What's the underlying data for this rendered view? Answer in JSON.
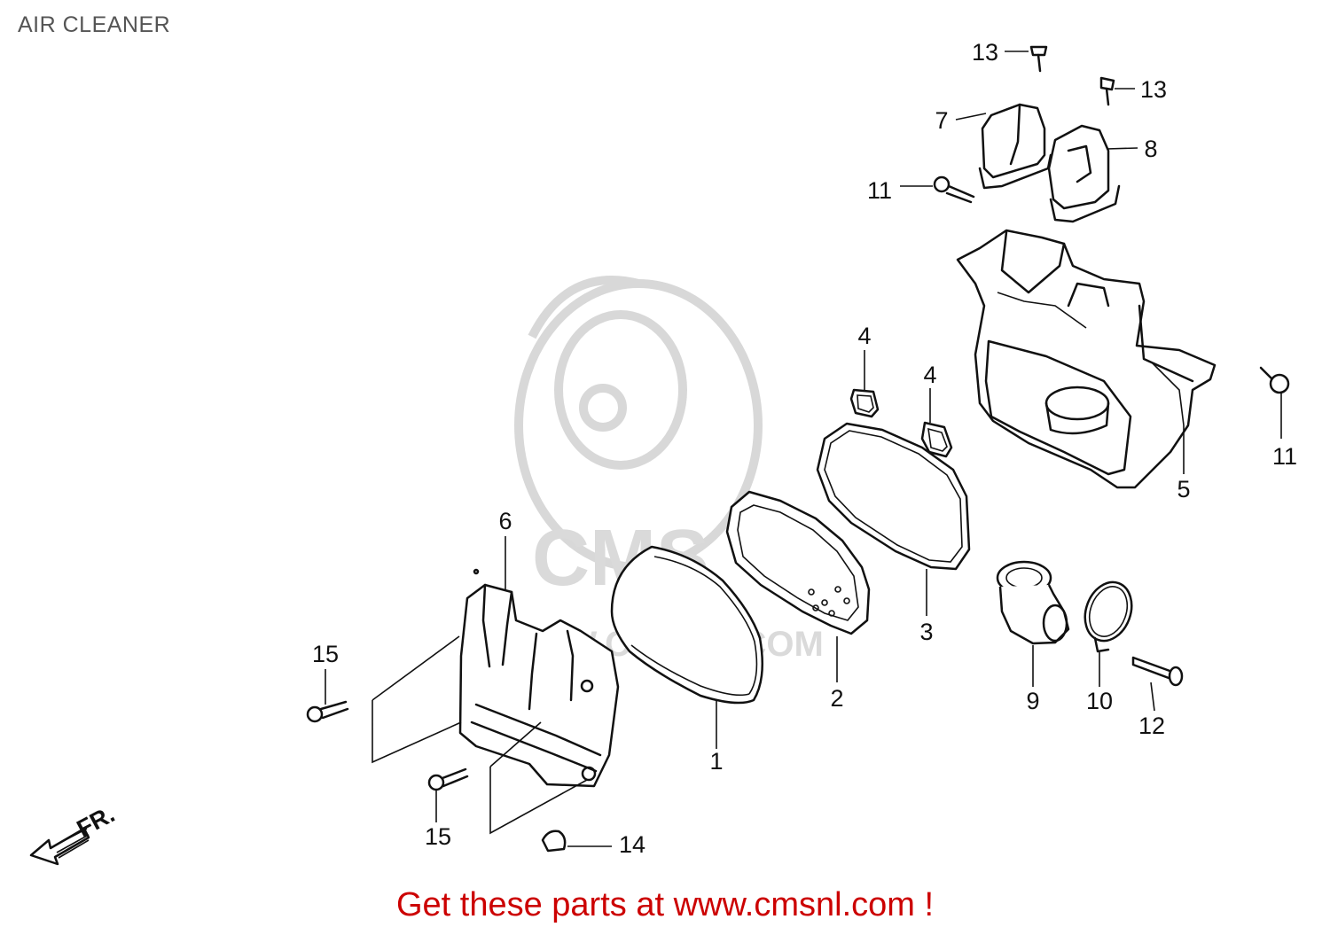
{
  "title": "AIR CLEANER",
  "footer_text": "Get these parts at www.cmsnl.com !",
  "colors": {
    "footer_text": "#cc0000",
    "title_text": "#555555",
    "line_art": "#111111",
    "watermark": "#d8d8d8"
  },
  "watermark": {
    "brand": "CMS",
    "url": "WWW.CMSNL.COM"
  },
  "direction_marker": "FR.",
  "callouts": [
    {
      "id": "c1",
      "label": "1"
    },
    {
      "id": "c2",
      "label": "2"
    },
    {
      "id": "c3",
      "label": "3"
    },
    {
      "id": "c4a",
      "label": "4"
    },
    {
      "id": "c4b",
      "label": "4"
    },
    {
      "id": "c5",
      "label": "5"
    },
    {
      "id": "c6",
      "label": "6"
    },
    {
      "id": "c7",
      "label": "7"
    },
    {
      "id": "c8",
      "label": "8"
    },
    {
      "id": "c9",
      "label": "9"
    },
    {
      "id": "c10",
      "label": "10"
    },
    {
      "id": "c11a",
      "label": "11"
    },
    {
      "id": "c11b",
      "label": "11"
    },
    {
      "id": "c12",
      "label": "12"
    },
    {
      "id": "c13a",
      "label": "13"
    },
    {
      "id": "c13b",
      "label": "13"
    },
    {
      "id": "c14",
      "label": "14"
    },
    {
      "id": "c15a",
      "label": "15"
    },
    {
      "id": "c15b",
      "label": "15"
    }
  ]
}
